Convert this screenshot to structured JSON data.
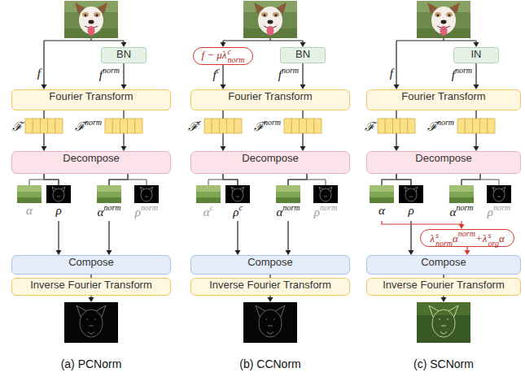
{
  "diagram": {
    "nodes": [
      {
        "text": [
          "BN"
        ]
      },
      {
        "text": [
          "Fourier Transform"
        ]
      },
      {
        "text": [
          "Decompose"
        ]
      },
      {
        "text": [
          "Compose"
        ]
      },
      {
        "text": [
          "Inverse Fourier Transform"
        ]
      },
      {
        "text": [
          "f − μλ",
          "c",
          "norm"
        ]
      },
      {
        "text": [
          "BN"
        ]
      },
      {
        "text": [
          "Fourier Transform"
        ]
      },
      {
        "text": [
          "Decompose"
        ]
      },
      {
        "text": [
          "Compose"
        ]
      },
      {
        "text": [
          "Inverse Fourier Transform"
        ]
      },
      {
        "text": [
          "IN"
        ]
      },
      {
        "text": [
          "Fourier Transform"
        ]
      },
      {
        "text": [
          "Decompose"
        ]
      },
      {
        "text": [
          "λ",
          "s",
          "norm",
          "α",
          "norm",
          "+λ",
          "s",
          "org",
          "α"
        ]
      },
      {
        "text": [
          "Compose"
        ]
      },
      {
        "text": [
          "Inverse Fourier Transform"
        ]
      }
    ],
    "edges": [
      {
        "from": 0,
        "to": 1,
        "arrow": "to"
      },
      {
        "from": 1,
        "to": 2,
        "arrow": "to"
      },
      {
        "from": 2,
        "to": 3,
        "arrow": "to"
      },
      {
        "from": 3,
        "to": 4,
        "arrow": "none"
      },
      {
        "from": 5,
        "to": 7,
        "arrow": "to"
      },
      {
        "from": 6,
        "to": 7,
        "arrow": "to"
      },
      {
        "from": 7,
        "to": 8,
        "arrow": "to"
      },
      {
        "from": 8,
        "to": 9,
        "arrow": "to"
      },
      {
        "from": 9,
        "to": 10,
        "arrow": "none"
      },
      {
        "from": 11,
        "to": 12,
        "arrow": "to"
      },
      {
        "from": 12,
        "to": 13,
        "arrow": "to"
      },
      {
        "from": 13,
        "to": 15,
        "arrow": "to"
      },
      {
        "from": 13,
        "to": 14,
        "arrow": "to"
      },
      {
        "from": 14,
        "to": 15,
        "arrow": "to"
      },
      {
        "from": 15,
        "to": 16,
        "arrow": "none"
      }
    ],
    "labels": [
      "f",
      "f",
      "norm",
      "ℱ",
      "ℱ",
      "norm",
      "α",
      "ρ",
      "α",
      "norm",
      "ρ",
      "norm",
      "(a) PCNorm",
      "f",
      "c",
      "f",
      "norm",
      "ℱ",
      "c",
      "ℱ",
      "norm",
      "α",
      "c",
      "ρ",
      "c",
      "α",
      "norm",
      "ρ",
      "norm",
      "(b) CCNorm",
      "f",
      "f",
      "norm",
      "ℱ",
      "ℱ",
      "norm",
      "α",
      "ρ",
      "α",
      "norm",
      "ρ",
      "norm",
      "(c) SCNorm"
    ]
  }
}
